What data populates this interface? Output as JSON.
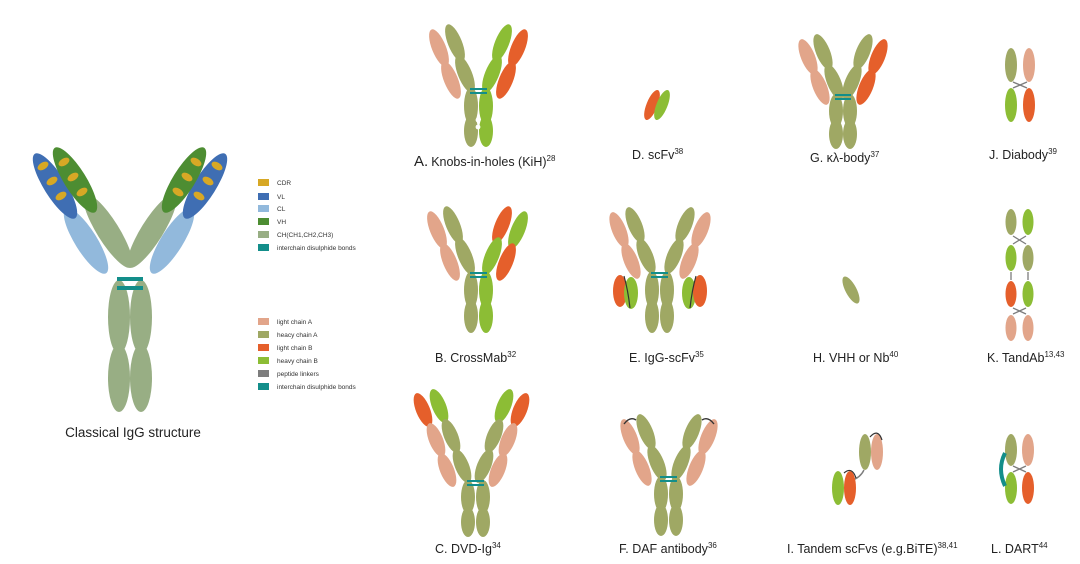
{
  "colors": {
    "cdr": "#d7a825",
    "vl": "#3f6eb3",
    "cl": "#92b9dc",
    "vh": "#4d8d32",
    "ch": "#98ae84",
    "disulfide": "#138e8a",
    "light_chain_a": "#e2a58a",
    "heavy_chain_a": "#9fa864",
    "light_chain_b": "#e55f2b",
    "heavy_chain_b": "#8cbd35",
    "peptide_linker": "#7d7d7d"
  },
  "main": {
    "caption": "Classical IgG structure"
  },
  "legend1": [
    {
      "label": "CDR",
      "color": "#d7a825"
    },
    {
      "label": "VL",
      "color": "#3f6eb3"
    },
    {
      "label": "CL",
      "color": "#92b9dc"
    },
    {
      "label": "VH",
      "color": "#4d8d32"
    },
    {
      "label": "CH(CH1,CH2,CH3)",
      "color": "#98ae84"
    },
    {
      "label": "interchain disulphide bonds",
      "color": "#138e8a"
    }
  ],
  "legend2": [
    {
      "label": "light chain A",
      "color": "#e2a58a"
    },
    {
      "label": "heacy chain A",
      "color": "#9fa864"
    },
    {
      "label": "light chain B",
      "color": "#e55f2b"
    },
    {
      "label": "heavy chain B",
      "color": "#8cbd35"
    },
    {
      "label": "peptide linkers",
      "color": "#7d7d7d"
    },
    {
      "label": "interchain disulphide bonds",
      "color": "#138e8a"
    }
  ],
  "formats": {
    "A": {
      "text": "Knobs-in-holes (KiH)",
      "letter": "A.",
      "sup": "28"
    },
    "B": {
      "text": "B. CrossMab",
      "sup": "32"
    },
    "C": {
      "text": "C. DVD-Ig",
      "sup": "34"
    },
    "D": {
      "text": "D. scFv",
      "sup": "38"
    },
    "E": {
      "text": "E. IgG-scFv",
      "sup": "35"
    },
    "F": {
      "text": "F. DAF antibody",
      "sup": "36"
    },
    "G": {
      "text": "G. κλ-body",
      "sup": "37"
    },
    "H": {
      "text": "H. VHH or Nb",
      "sup": "40"
    },
    "I": {
      "text": "I. Tandem scFvs (e.g.BiTE)",
      "sup": "38,41"
    },
    "J": {
      "text": "J. Diabody",
      "sup": "39"
    },
    "K": {
      "text": "K. TandAb",
      "sup": "13,43"
    },
    "L": {
      "text": "L. DART",
      "sup": "44"
    }
  }
}
